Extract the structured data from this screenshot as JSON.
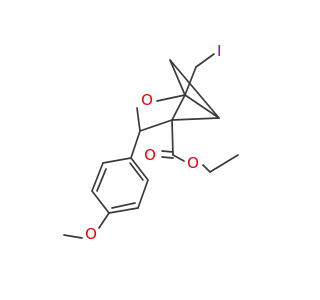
{
  "atoms": {
    "iodine": {
      "symbol": "I",
      "color": "#9400d3"
    },
    "ring_oxygen": {
      "symbol": "O",
      "color": "#e8000b"
    },
    "carbonyl_oxygen": {
      "symbol": "O",
      "color": "#e8000b"
    },
    "ester_oxygen": {
      "symbol": "O",
      "color": "#e8000b"
    },
    "methoxy_oxygen": {
      "symbol": "O",
      "color": "#e8000b"
    }
  },
  "bond_color": "#3a3a3a"
}
